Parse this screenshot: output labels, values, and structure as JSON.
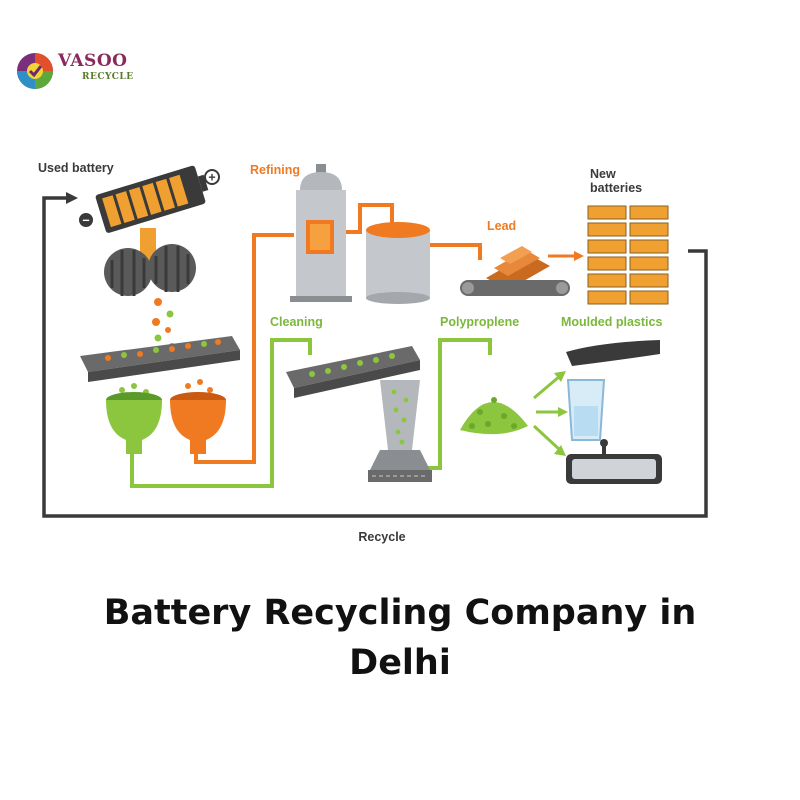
{
  "brand": {
    "name": "VASOO",
    "subtitle": "RECYCLE"
  },
  "diagram": {
    "labels": {
      "used_battery": "Used battery",
      "refining": "Refining",
      "new_batteries_line1": "New",
      "new_batteries_line2": "batteries",
      "lead": "Lead",
      "cleaning": "Cleaning",
      "polypropylene": "Polyproplene",
      "moulded_plastics": "Moulded plastics",
      "recycle": "Recycle",
      "plus_sign": "+",
      "minus_sign": "−"
    },
    "colors": {
      "orange": "#f07a22",
      "green": "#8cc63f",
      "gray": "#9aa0a6",
      "dark": "#3a3a3a",
      "label_orange": "#f07a22",
      "label_green": "#7ab83a",
      "label_dark": "#3a3a3a"
    }
  },
  "title": {
    "line1": "Battery Recycling Company in",
    "line2": "Delhi"
  }
}
